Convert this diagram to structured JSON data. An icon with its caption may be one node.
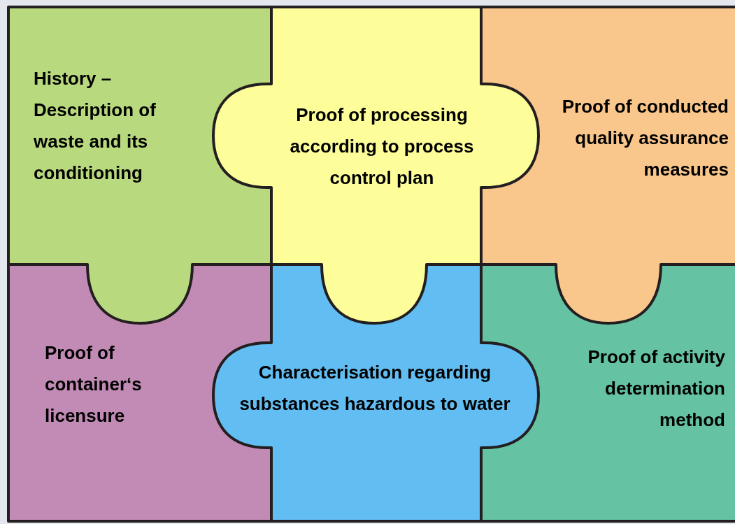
{
  "diagram": {
    "nodes": [
      {
        "text": [
          "History – Description of waste and its conditioning"
        ]
      },
      {
        "text": [
          "Proof of processing according to process control plan"
        ]
      },
      {
        "text": [
          "Proof of conducted quality assurance measures"
        ]
      },
      {
        "text": [
          "Proof of container‘s licensure"
        ]
      },
      {
        "text": [
          "Characterisation regarding substances hazardous to water"
        ]
      },
      {
        "text": [
          "Proof of activity determination method"
        ]
      }
    ]
  }
}
